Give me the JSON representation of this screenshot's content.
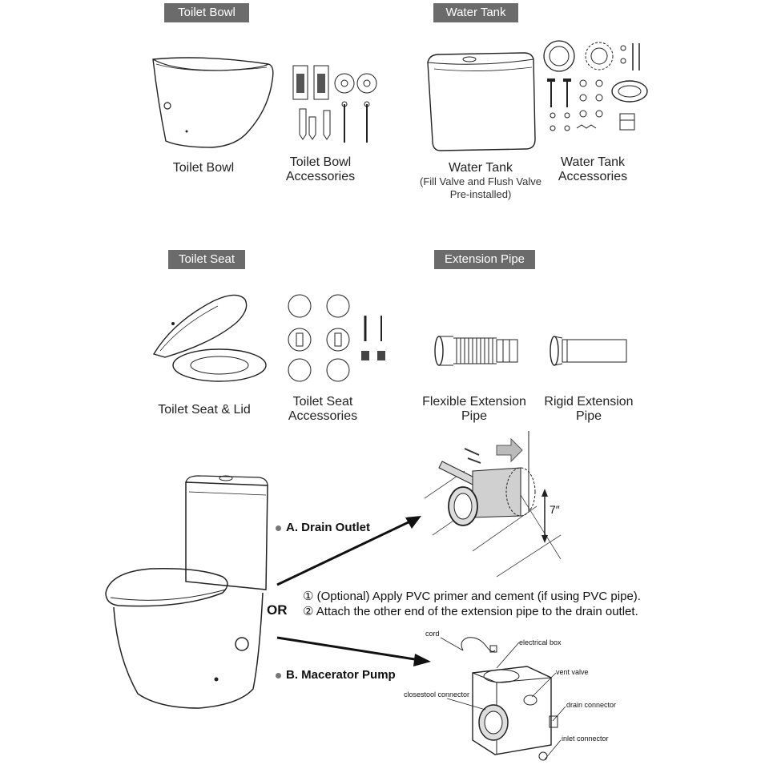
{
  "sections": {
    "toilet_bowl": "Toilet Bowl",
    "water_tank": "Water Tank",
    "toilet_seat": "Toilet Seat",
    "extension_pipe": "Extension Pipe"
  },
  "items": {
    "toilet_bowl": "Toilet Bowl",
    "toilet_bowl_acc_1": "Toilet Bowl",
    "toilet_bowl_acc_2": "Accessories",
    "water_tank": "Water Tank",
    "water_tank_note_1": "(Fill Valve and Flush Valve",
    "water_tank_note_2": "Pre-installed)",
    "water_tank_acc_1": "Water Tank",
    "water_tank_acc_2": "Accessories",
    "toilet_seat": "Toilet Seat & Lid",
    "toilet_seat_acc_1": "Toilet Seat",
    "toilet_seat_acc_2": "Accessories",
    "flex_pipe_1": "Flexible Extension",
    "flex_pipe_2": "Pipe",
    "rigid_pipe_1": "Rigid Extension",
    "rigid_pipe_2": "Pipe"
  },
  "install": {
    "option_a": "A. Drain Outlet",
    "option_b": "B. Macerator Pump",
    "or": "OR",
    "step1": "① (Optional) Apply PVC primer and cement (if using PVC pipe).",
    "step2": "② Attach the other end of the extension pipe to the drain outlet.",
    "height": "7″"
  },
  "pump_labels": {
    "cord": "cord",
    "electrical_box": "electrical box",
    "vent_valve": "vent valve",
    "closestool_connector": "closestool connector",
    "drain_connector": "drain connector",
    "inlet_connector": "inlet connector"
  },
  "colors": {
    "tag_bg": "#6b6b6b",
    "line": "#222222"
  }
}
